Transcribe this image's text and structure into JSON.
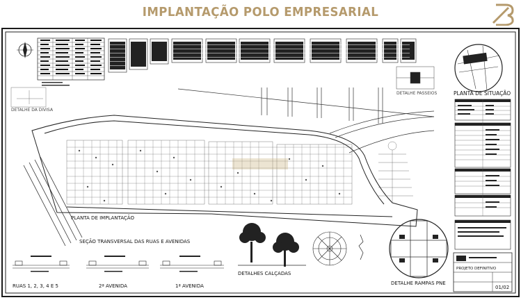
{
  "header": {
    "title": "IMPLANTAÇÃO POLO EMPRESARIAL",
    "title_color": "#b59a6c",
    "logo_icon": "brand-logo-icon"
  },
  "drawing": {
    "labels": {
      "planta_situacao": "PLANTA DE SITUAÇÃO",
      "planta_implantacao": "PLANTA DE IMPLANTAÇÃO",
      "secao_transversal": "SEÇÃO TRANSVERSAL DAS RUAS E AVENIDAS",
      "ruas": "RUAS 1, 2, 3, 4 E 5",
      "segunda_avenida": "2ª AVENIDA",
      "primeira_avenida": "1ª AVENIDA",
      "detalhes_calcadas": "DETALHES CALÇADAS",
      "detalhe_rampas": "DETALHE RAMPAS PNE",
      "detalhe_passeios": "DETALHE PASSEIOS",
      "detalhe_da_divisa": "DETALHE DA DIVISA",
      "projeto_definitivo": "PROJETO DEFINITIVO",
      "sheet_number": "01/02"
    }
  }
}
